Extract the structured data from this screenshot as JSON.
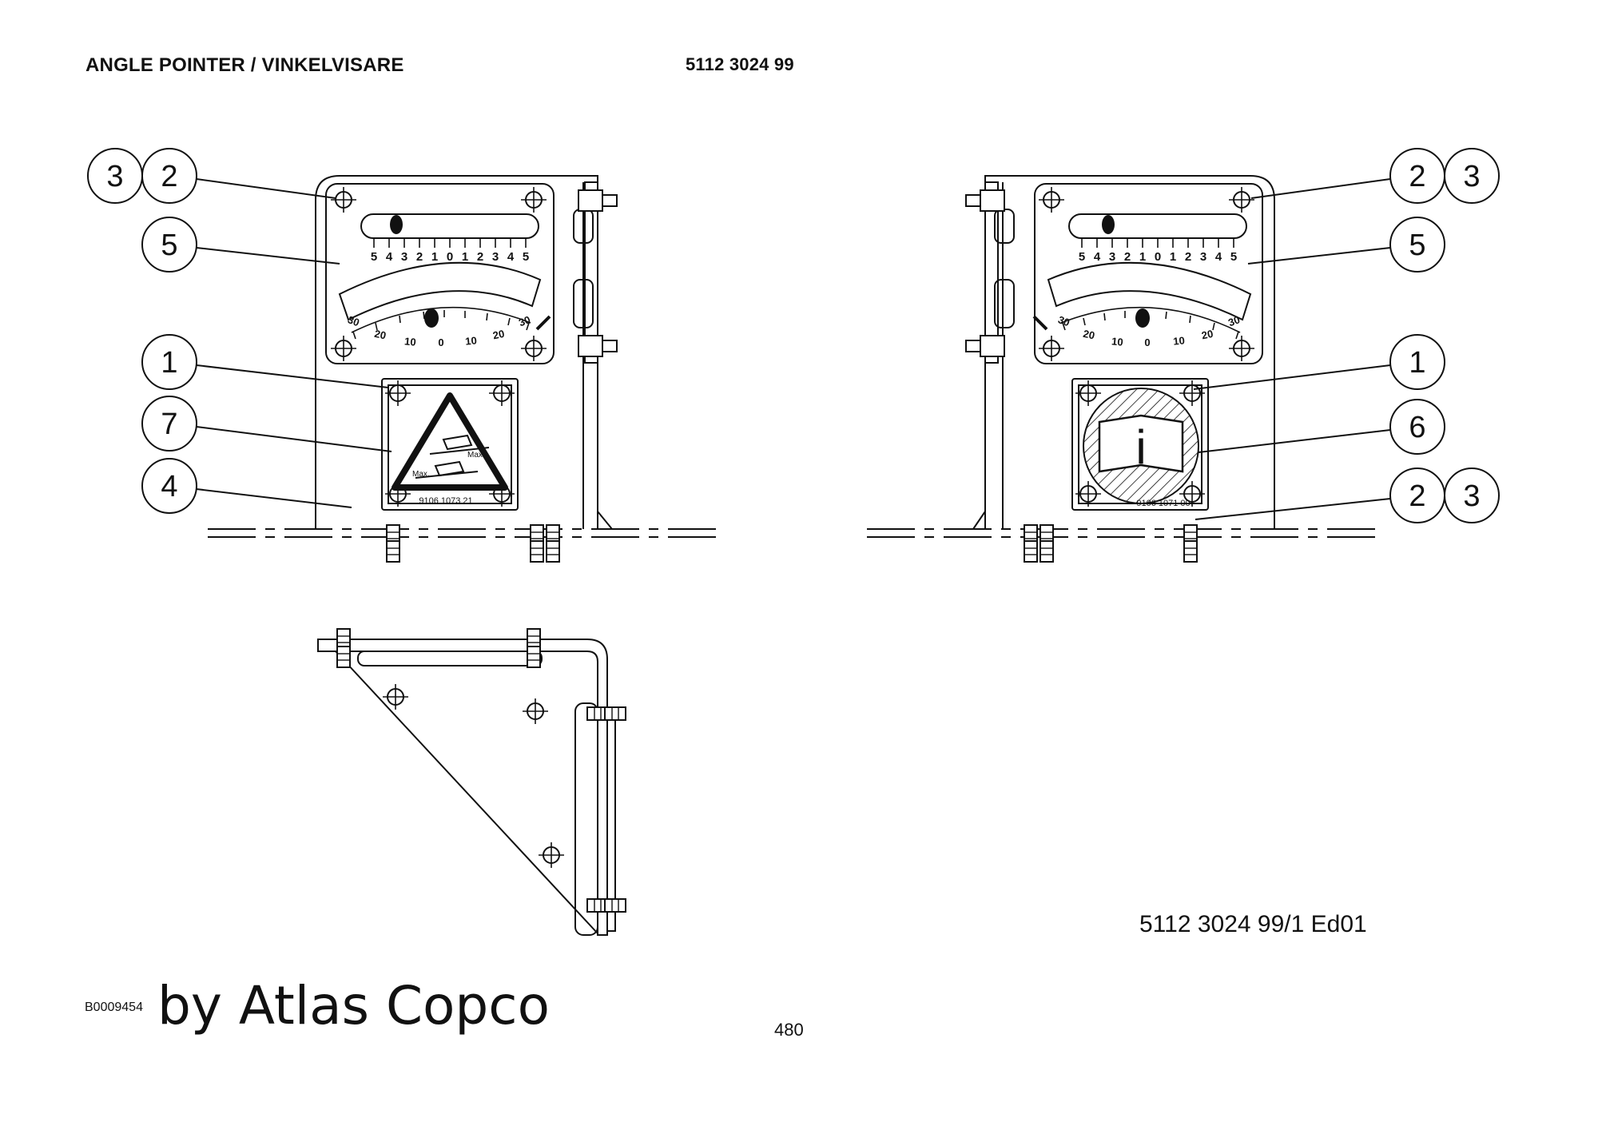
{
  "header": {
    "title": "ANGLE POINTER / VINKELVISARE",
    "part_number": "5112 3024 99"
  },
  "callouts": {
    "left": [
      {
        "id": "c-l-3",
        "text": "3"
      },
      {
        "id": "c-l-2",
        "text": "2"
      },
      {
        "id": "c-l-5",
        "text": "5"
      },
      {
        "id": "c-l-1",
        "text": "1"
      },
      {
        "id": "c-l-7",
        "text": "7"
      },
      {
        "id": "c-l-4",
        "text": "4"
      }
    ],
    "right": [
      {
        "id": "c-r-2a",
        "text": "2"
      },
      {
        "id": "c-r-3a",
        "text": "3"
      },
      {
        "id": "c-r-5",
        "text": "5"
      },
      {
        "id": "c-r-1",
        "text": "1"
      },
      {
        "id": "c-r-6",
        "text": "6"
      },
      {
        "id": "c-r-2b",
        "text": "2"
      },
      {
        "id": "c-r-3b",
        "text": "3"
      }
    ]
  },
  "scales": {
    "linear": [
      "5",
      "4",
      "3",
      "2",
      "1",
      "0",
      "1",
      "2",
      "3",
      "4",
      "5"
    ],
    "arc": [
      "30",
      "20",
      "10",
      "0",
      "10",
      "20",
      "30"
    ]
  },
  "labels": {
    "warning_code": "9106 1073 21",
    "info_code": "9106 1071 00",
    "max_upper": "Max.",
    "max_lower": "Max.",
    "info_glyph": "i"
  },
  "footer": {
    "drawing_number": "5112 3024 99/1  Ed01",
    "code": "B0009454",
    "brand": "by Atlas Copco",
    "page": "480"
  }
}
